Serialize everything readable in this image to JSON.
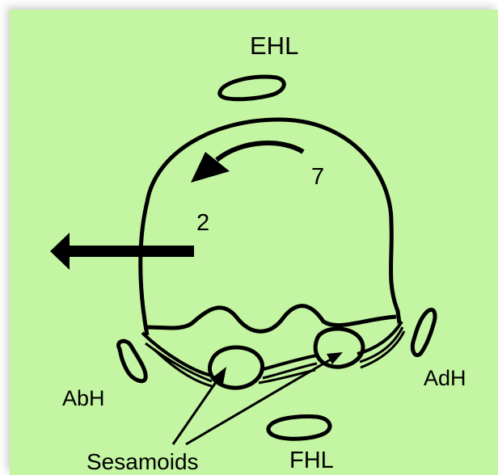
{
  "colors": {
    "panel_background": "#c3f5a2",
    "ink": "#000000"
  },
  "labels": {
    "ehl": "EHL",
    "rotation_value": "7",
    "translation_value": "2",
    "abh": "AbH",
    "adh": "AdH",
    "sesamoids": "Sesamoids",
    "fhl": "FHL"
  }
}
